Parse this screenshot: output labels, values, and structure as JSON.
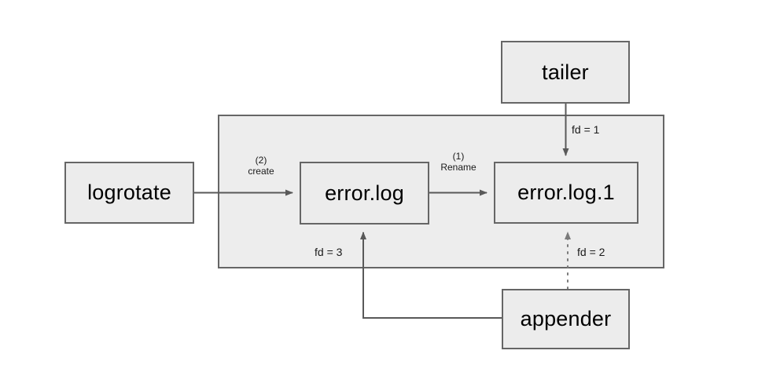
{
  "diagram": {
    "title": "log rotation file descriptor diagram",
    "background_color": "#ffffff",
    "node_fill": "#ececec",
    "node_stroke": "#666666",
    "container_fill": "#ededed",
    "container_stroke": "#666666",
    "edge_color": "#595959",
    "container": {
      "name": "filesystem-container",
      "label": ""
    },
    "nodes": [
      {
        "id": "logrotate",
        "label": "logrotate"
      },
      {
        "id": "error_log",
        "label": "error.log"
      },
      {
        "id": "error_log_1",
        "label": "error.log.1"
      },
      {
        "id": "tailer",
        "label": "tailer"
      },
      {
        "id": "appender",
        "label": "appender"
      }
    ],
    "edges": [
      {
        "id": "create",
        "from": "logrotate",
        "to": "error_log",
        "label_line1": "(2)",
        "label_line2": "create",
        "style": "solid",
        "arrow": true
      },
      {
        "id": "rename",
        "from": "error_log",
        "to": "error_log_1",
        "label_line1": "(1)",
        "label_line2": "Rename",
        "style": "solid",
        "arrow": true
      },
      {
        "id": "fd1",
        "from": "tailer",
        "to": "error_log_1",
        "label_line1": "fd = 1",
        "label_line2": "",
        "style": "solid",
        "arrow": true
      },
      {
        "id": "fd2",
        "from": "appender",
        "to": "error_log_1",
        "label_line1": "fd = 2",
        "label_line2": "",
        "style": "dotted",
        "arrow": true
      },
      {
        "id": "fd3",
        "from": "appender",
        "to": "error_log",
        "label_line1": "fd = 3",
        "label_line2": "",
        "style": "solid",
        "arrow": true
      }
    ]
  }
}
